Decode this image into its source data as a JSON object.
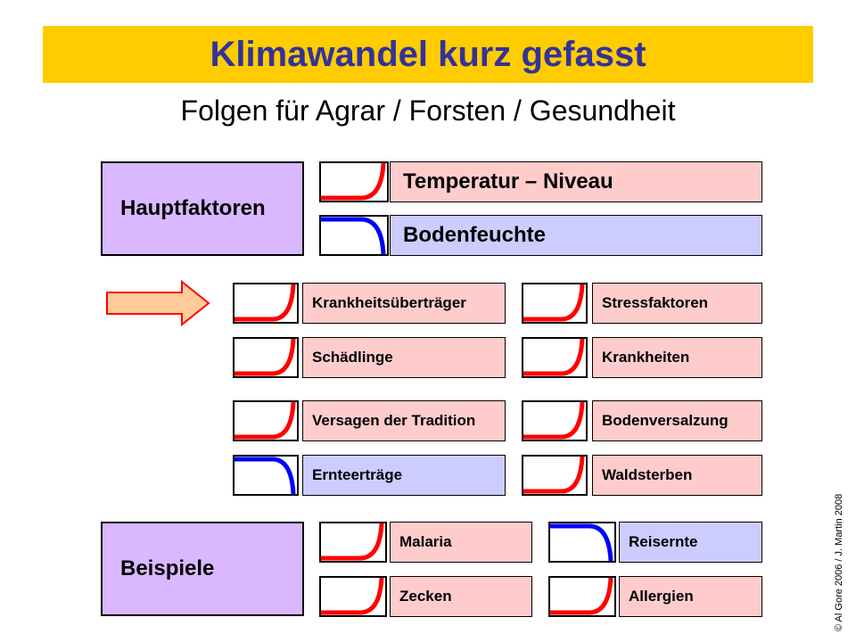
{
  "title": "Klimawandel kurz gefasst",
  "subtitle": "Folgen für Agrar / Forsten / Gesundheit",
  "copyright": "© Al Gore 2006 / J. Martin 2008",
  "colors": {
    "title_bar": "#ffcc00",
    "title_text": "#333399",
    "category_box": "#d9b8ff",
    "pink_label": "#ffcccc",
    "blue_label": "#ccccff",
    "increase_curve": "#ff0000",
    "decrease_curve": "#0000ff",
    "arrow_fill": "#ffcc99",
    "arrow_stroke": "#ff0000"
  },
  "hauptfaktoren": {
    "label": "Hauptfaktoren",
    "items": [
      {
        "label": "Temperatur – Niveau",
        "trend": "increase"
      },
      {
        "label": "Bodenfeuchte",
        "trend": "decrease"
      }
    ]
  },
  "folgen": [
    {
      "label": "Krankheitsüberträger",
      "trend": "increase"
    },
    {
      "label": "Stressfaktoren",
      "trend": "increase"
    },
    {
      "label": "Schädlinge",
      "trend": "increase"
    },
    {
      "label": "Krankheiten",
      "trend": "increase"
    },
    {
      "label": "Versagen der Tradition",
      "trend": "increase"
    },
    {
      "label": "Bodenversalzung",
      "trend": "increase"
    },
    {
      "label": "Ernteerträge",
      "trend": "decrease"
    },
    {
      "label": "Waldsterben",
      "trend": "increase"
    }
  ],
  "beispiele": {
    "label": "Beispiele",
    "items": [
      {
        "label": "Malaria",
        "trend": "increase"
      },
      {
        "label": "Reisernte",
        "trend": "decrease"
      },
      {
        "label": "Zecken",
        "trend": "increase"
      },
      {
        "label": "Allergien",
        "trend": "increase"
      }
    ]
  }
}
